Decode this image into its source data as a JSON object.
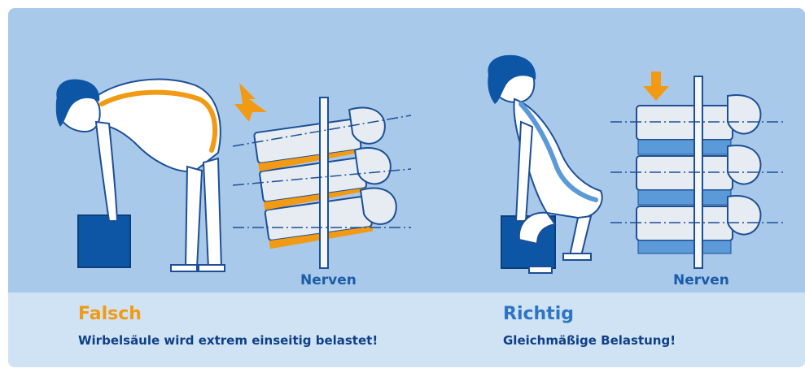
{
  "left": {
    "heading": "Falsch",
    "subtitle": "Wirbelsäule wird extrem einseitig belastet!",
    "nerves_label": "Nerven",
    "heading_color": "#f29a13"
  },
  "right": {
    "heading": "Richtig",
    "subtitle": "Gleichmäßige Belastung!",
    "nerves_label": "Nerven",
    "heading_color": "#2e74c2"
  },
  "colors": {
    "background": "#a9c9ea",
    "caption_band": "#cfe3f5",
    "figure_dark": "#0d56a6",
    "spine_wrong": "#f29a13",
    "spine_right": "#5b9ad8",
    "vertebra_fill": "#e6ecf2",
    "outline": "#1d4f96"
  }
}
